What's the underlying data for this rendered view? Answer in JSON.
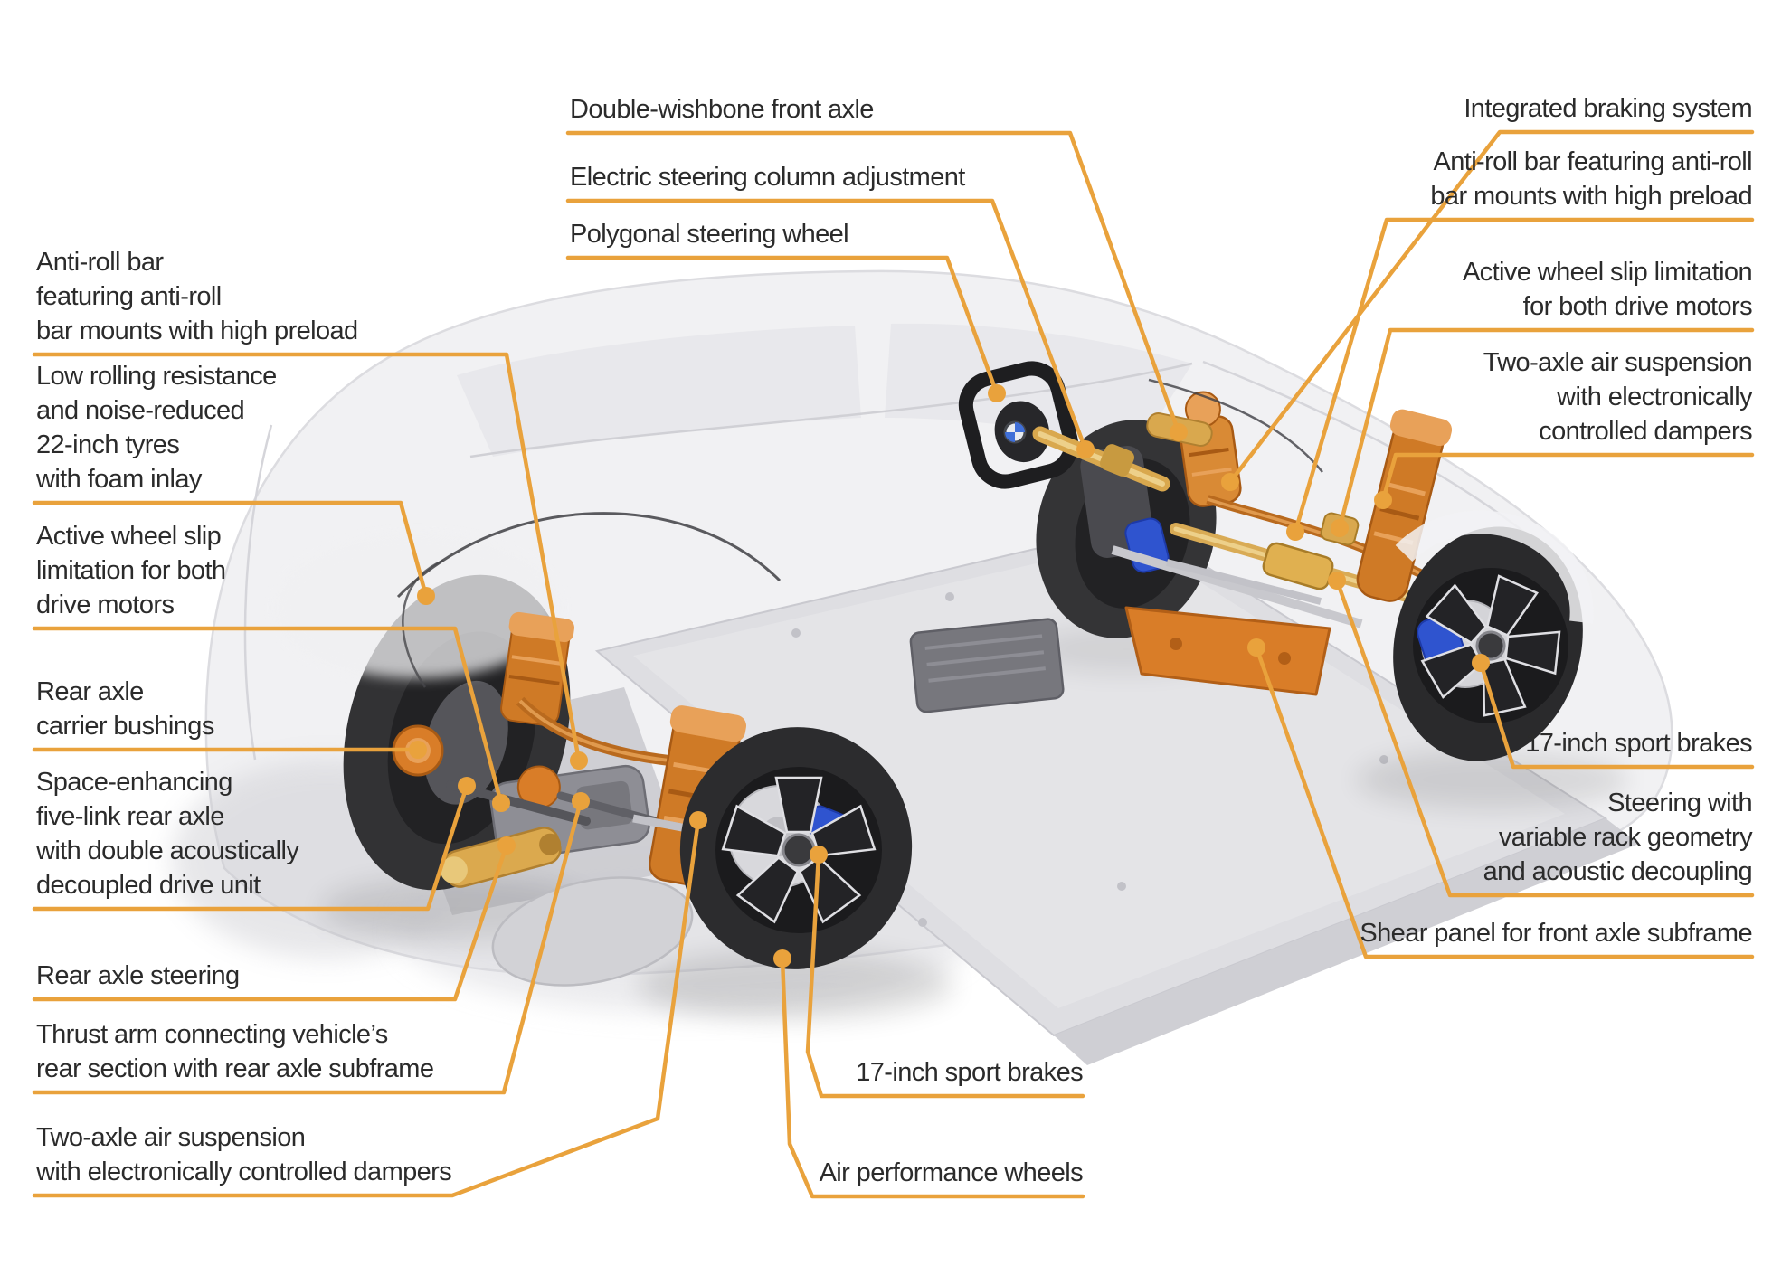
{
  "diagram": {
    "subject": "vehicle chassis cutaway infographic",
    "background": "#FFFFFF"
  },
  "colors": {
    "accent_orange": "#E9A23C",
    "label_text": "#2B2B2B",
    "tire_black": "#2B2B2E",
    "suspension_orange": "#D07A26",
    "suspension_copper_light": "#E8A159",
    "gold": "#D9A84E",
    "brake_caliper_blue": "#2F54CF",
    "ghost_body": "#F1F1F3",
    "battery_floor": "#DEDEE2"
  },
  "labels": {
    "double_wishbone": {
      "text": "Double-wishbone front axle"
    },
    "steering_column": {
      "text": "Electric steering column adjustment"
    },
    "steering_wheel": {
      "text": "Polygonal steering wheel"
    },
    "integrated_braking": {
      "text": "Integrated braking system"
    },
    "front_antiroll": {
      "text": "Anti-roll bar featuring anti-roll\nbar mounts with high preload"
    },
    "front_wheel_slip": {
      "text": "Active wheel slip limitation\nfor both drive motors"
    },
    "front_air_suspension": {
      "text": "Two-axle air suspension\nwith electronically\ncontrolled dampers"
    },
    "front_brakes": {
      "text": "17-inch sport brakes"
    },
    "steering_rack": {
      "text": "Steering with\nvariable rack geometry\nand acoustic decoupling"
    },
    "shear_panel": {
      "text": "Shear panel for front axle subframe"
    },
    "rear_antiroll": {
      "text": "Anti-roll bar\nfeaturing anti-roll\nbar mounts with high preload"
    },
    "tyres": {
      "text": "Low rolling resistance\nand noise-reduced\n22-inch tyres\nwith foam inlay"
    },
    "rear_wheel_slip": {
      "text": "Active wheel slip\nlimitation for both\ndrive motors"
    },
    "carrier_bushings": {
      "text": "Rear axle\ncarrier bushings"
    },
    "five_link": {
      "text": "Space-enhancing\nfive-link rear axle\nwith double acoustically\ndecoupled drive unit"
    },
    "rear_axle_steering": {
      "text": "Rear axle steering"
    },
    "thrust_arm": {
      "text": "Thrust arm connecting vehicle’s\nrear section with rear axle subframe"
    },
    "rear_air_suspension": {
      "text": "Two-axle air suspension\nwith electronically controlled dampers"
    },
    "bottom_brakes": {
      "text": "17-inch sport brakes"
    },
    "air_wheels": {
      "text": "Air performance wheels"
    }
  }
}
